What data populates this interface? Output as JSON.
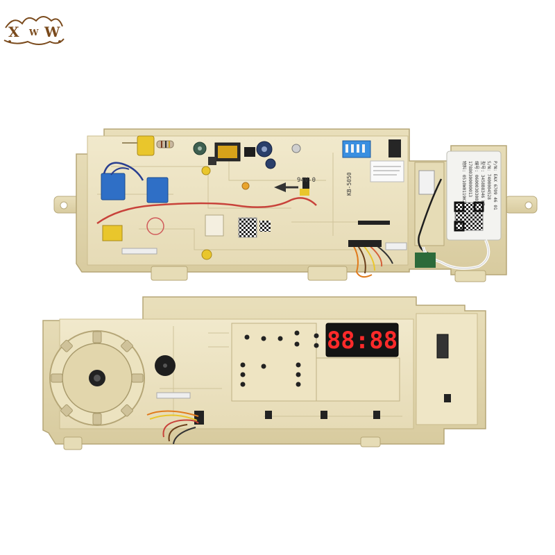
{
  "logo": {
    "letters": [
      "X",
      "W",
      "W"
    ],
    "color": "#7a4a1c"
  },
  "upper_board": {
    "silkscreen": {
      "board_mark": "94V-0",
      "side_code": "KB-5050"
    },
    "module_label_lines": [
      "P/N: EAX 6709 46 01",
      "S/N: 7400004528",
      "型号: 3458B8346 K7",
      "编号: 0600030300314",
      "17880300000013",
      "物料: 0510W0119K2"
    ]
  },
  "lower_board": {
    "display_digits": "88:88",
    "display_color": "#ff2a2a"
  },
  "colors": {
    "board": "#ece3c4",
    "housing": "#e2d6ae",
    "trace_wire": "#c8423a",
    "blue_relay": "#2f6fc6"
  }
}
